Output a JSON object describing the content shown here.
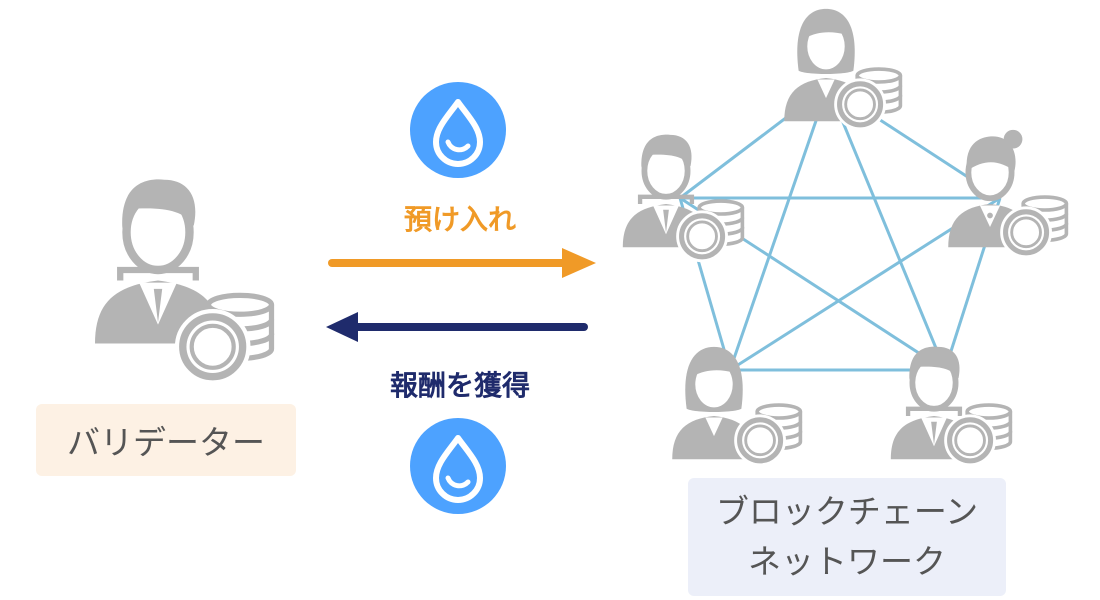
{
  "validator": {
    "label": "バリデーター"
  },
  "network": {
    "line1": "ブロックチェーン",
    "line2": "ネットワーク"
  },
  "arrows": {
    "deposit": {
      "label": "預け入れ",
      "color": "#f09a27"
    },
    "reward": {
      "label": "報酬を獲得",
      "color": "#1f2b6c"
    }
  },
  "colors": {
    "person": "#b4b4b4",
    "network_line": "#7fbfdc",
    "sui_icon": "#4da2ff",
    "validator_box_bg": "#fdf1e4",
    "network_box_bg": "#eceff9"
  },
  "icons": {
    "token_top": "sui-drop-icon",
    "token_bottom": "sui-drop-icon"
  }
}
